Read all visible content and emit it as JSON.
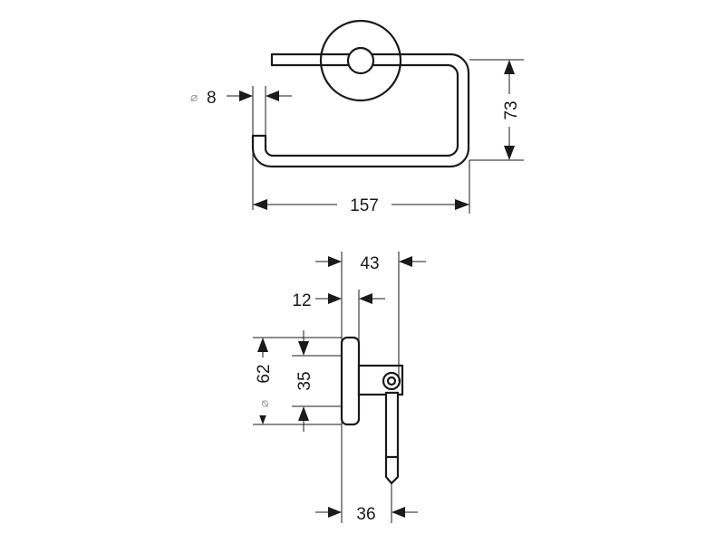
{
  "dimensions": {
    "rod_diameter": "8",
    "diameter_symbol": "⌀",
    "height": "73",
    "width": "157",
    "depth_total": "43",
    "rosette_thickness": "12",
    "rosette_diameter": "62",
    "rosette_inner": "35",
    "rod_depth": "36"
  }
}
